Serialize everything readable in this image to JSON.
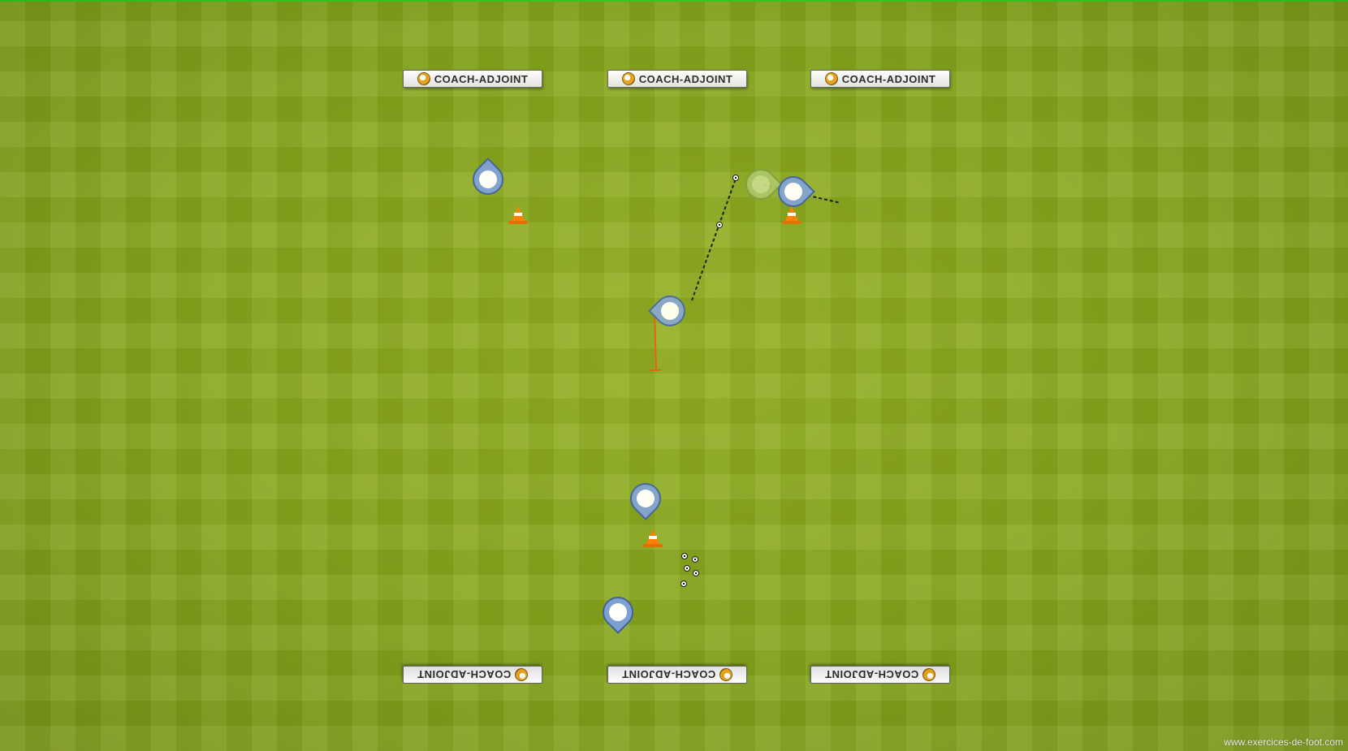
{
  "banners": {
    "top": [
      "COACH-ADJOINT",
      "COACH-ADJOINT",
      "COACH-ADJOINT"
    ],
    "bottom": [
      "COACH-ADJOINT",
      "COACH-ADJOINT",
      "COACH-ADJOINT"
    ]
  },
  "watermark": "www.exercices-de-foot.com",
  "colors": {
    "pitch": "#86a61c",
    "player": "#7d9fd2",
    "player_border": "#3f5f9a",
    "cone": "#ff7a00",
    "pass_line": "#111111",
    "run_line": "#e0521b"
  },
  "icons": {
    "player": "player-marker-icon",
    "cone": "cone-icon",
    "ball": "ball-icon",
    "logo": "coach-adjoint-logo-icon"
  }
}
